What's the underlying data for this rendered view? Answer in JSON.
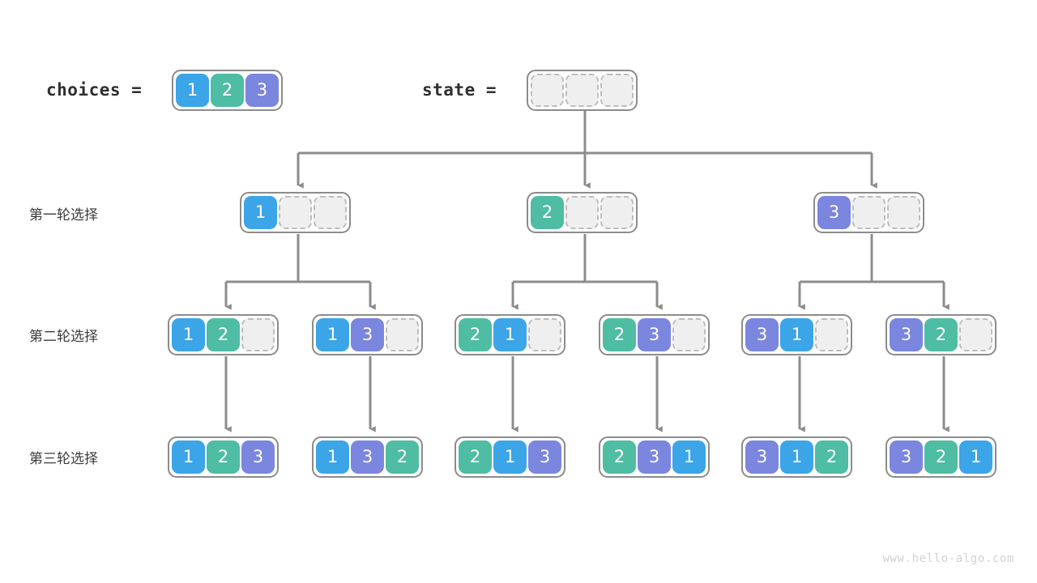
{
  "watermark": "www.hello-algo.com",
  "colors": {
    "value_1": "#3ca5e8",
    "value_2": "#4fbca4",
    "value_3": "#7b86de",
    "empty_cell": "#efefef",
    "box_border": "#8c8c8c",
    "edge": "#8c8c8c",
    "text": "#3c3c3c"
  },
  "header": {
    "choices_label": "choices =",
    "state_label": "state =",
    "choices_cells": [
      "1",
      "2",
      "3"
    ],
    "state_cells": [
      "",
      "",
      ""
    ]
  },
  "rows": [
    {
      "title": "第一轮选择",
      "nodes": [
        {
          "cells": [
            "1",
            "",
            ""
          ]
        },
        {
          "cells": [
            "2",
            "",
            ""
          ]
        },
        {
          "cells": [
            "3",
            "",
            ""
          ]
        }
      ]
    },
    {
      "title": "第二轮选择",
      "nodes": [
        {
          "cells": [
            "1",
            "2",
            ""
          ]
        },
        {
          "cells": [
            "1",
            "3",
            ""
          ]
        },
        {
          "cells": [
            "2",
            "1",
            ""
          ]
        },
        {
          "cells": [
            "2",
            "3",
            ""
          ]
        },
        {
          "cells": [
            "3",
            "1",
            ""
          ]
        },
        {
          "cells": [
            "3",
            "2",
            ""
          ]
        }
      ]
    },
    {
      "title": "第三轮选择",
      "nodes": [
        {
          "cells": [
            "1",
            "2",
            "3"
          ]
        },
        {
          "cells": [
            "1",
            "3",
            "2"
          ]
        },
        {
          "cells": [
            "2",
            "1",
            "3"
          ]
        },
        {
          "cells": [
            "2",
            "3",
            "1"
          ]
        },
        {
          "cells": [
            "3",
            "1",
            "2"
          ]
        },
        {
          "cells": [
            "3",
            "2",
            "1"
          ]
        }
      ]
    }
  ]
}
